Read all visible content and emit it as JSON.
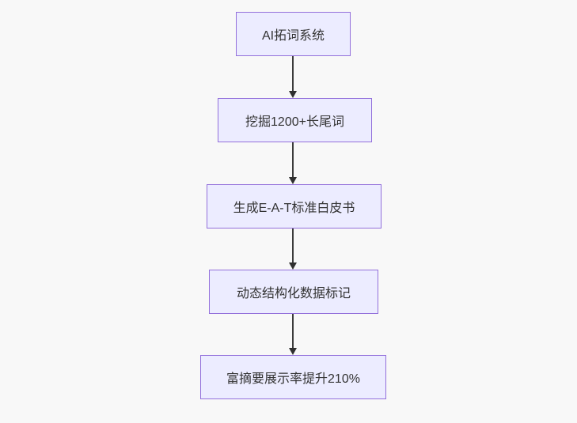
{
  "diagram": {
    "type": "flowchart",
    "direction": "top-down",
    "nodes": [
      {
        "label": "AI拓词系统"
      },
      {
        "label": "挖掘1200+长尾词"
      },
      {
        "label": "生成E-A-T标准白皮书"
      },
      {
        "label": "动态结构化数据标记"
      },
      {
        "label": "富摘要展示率提升210%"
      }
    ],
    "edges": [
      {
        "from": "AI拓词系统",
        "to": "挖掘1200+长尾词",
        "arrow": "down"
      },
      {
        "from": "挖掘1200+长尾词",
        "to": "生成E-A-T标准白皮书",
        "arrow": "down"
      },
      {
        "from": "生成E-A-T标准白皮书",
        "to": "动态结构化数据标记",
        "arrow": "down"
      },
      {
        "from": "动态结构化数据标记",
        "to": "富摘要展示率提升210%",
        "arrow": "down"
      }
    ],
    "colors": {
      "background": "#f8f8f8",
      "node_fill": "#ececff",
      "node_border": "#9370db",
      "node_text": "#333333",
      "arrow": "#333333"
    }
  }
}
